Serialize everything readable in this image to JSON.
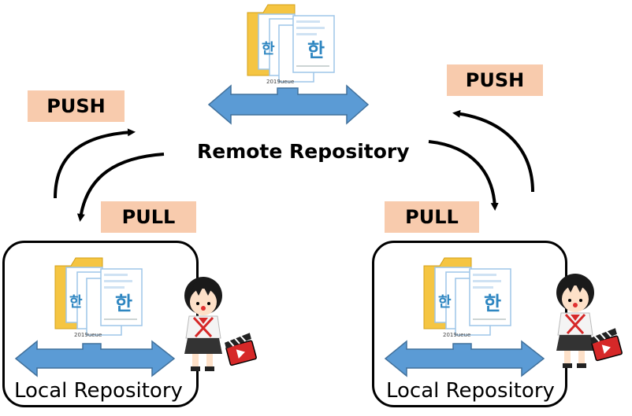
{
  "colors": {
    "label_bg": "#f8cbad",
    "double_arrow": "#5b9bd5",
    "double_arrow_stroke": "#41719c",
    "folder": "#f5c542",
    "doc_icon": "#2e86c1",
    "curve_arrow": "#000000"
  },
  "labels": {
    "push_left": "PUSH",
    "push_right": "PUSH",
    "pull_left": "PULL",
    "pull_right": "PULL"
  },
  "repositories": {
    "remote": {
      "title": "Remote Repository",
      "folder_caption": "2019ueue"
    },
    "local_left": {
      "title": "Local Repository",
      "folder_caption": "2019ueue"
    },
    "local_right": {
      "title": "Local Repository",
      "folder_caption": "2019ueue"
    }
  },
  "icons": [
    "folder-icon",
    "document-icon",
    "hangul-doc-icon",
    "double-arrow-icon",
    "person-icon",
    "clapperboard-icon",
    "curved-arrow-icon"
  ]
}
